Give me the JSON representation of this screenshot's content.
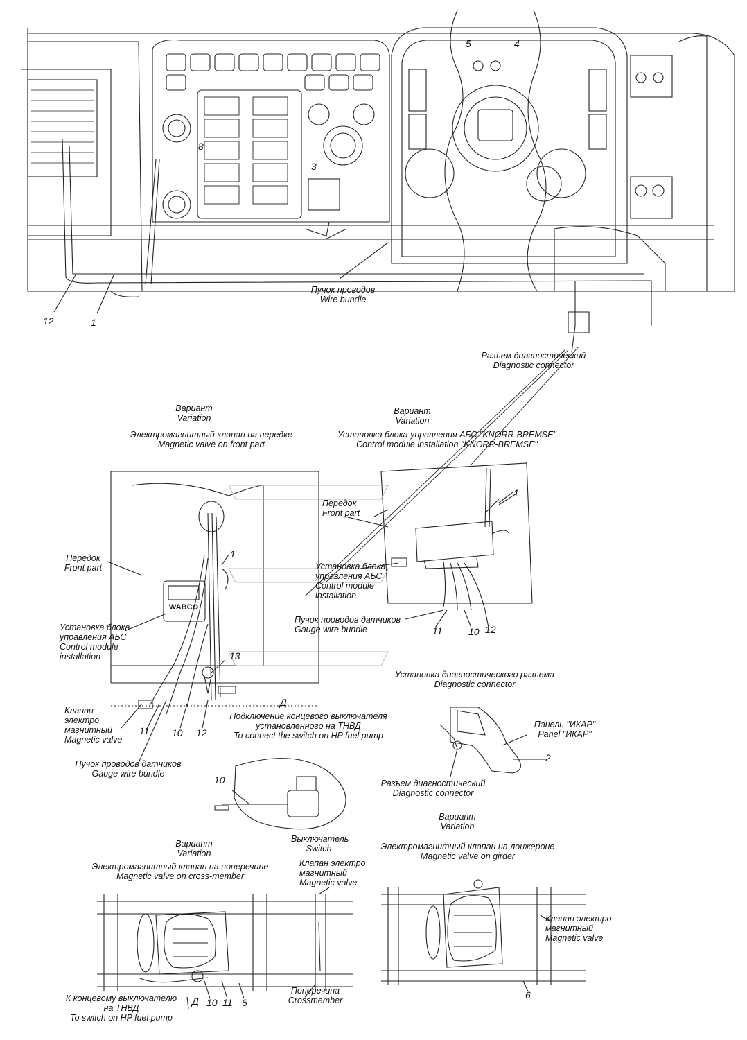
{
  "callouts": {
    "n1": "1",
    "n2": "2",
    "n3": "3",
    "n4": "4",
    "n5": "5",
    "n6": "6",
    "n8": "8",
    "n10": "10",
    "n11": "11",
    "n12": "12",
    "n13": "13",
    "d": "Д"
  },
  "top": {
    "wire_bundle": [
      "Пучок проводов",
      "Wire bundle"
    ],
    "diag_connector": [
      "Разъем диагностический",
      "Diagnostic connector"
    ]
  },
  "variant_left": {
    "variant": [
      "Вариант",
      "Variation"
    ],
    "title": [
      "Электромагнитный клапан на передке",
      "Magnetic valve on front part"
    ],
    "front_part": [
      "Передок",
      "Front part"
    ],
    "abs_install": [
      "Установка блока",
      "управления АБС",
      "Control module",
      "installation"
    ],
    "module_brand": "WABCO",
    "valve": [
      "Клапан",
      "электро",
      "магнитный",
      "Magnetic valve"
    ],
    "gauge_bundle": [
      "Пучок проводов датчиков",
      "Gauge wire bundle"
    ]
  },
  "variant_right": {
    "variant": [
      "Вариант",
      "Variation"
    ],
    "title": [
      "Установка блока управления АБС \"KNORR-BREMSE\"",
      "Control module installation \"KNORR-BREMSE\""
    ],
    "front_part": [
      "Передок",
      "Front part"
    ],
    "abs_install": [
      "Установка блока",
      "управления АБС",
      "Control module",
      "installation"
    ],
    "gauge_bundle": [
      "Пучок проводов датчиков",
      "Gauge wire bundle"
    ]
  },
  "hp_pump": {
    "title": [
      "Подключение концевого выключателя",
      "установленного на ТНВД",
      "To connect the switch on HP fuel pump"
    ],
    "switch": [
      "Выключатель",
      "Switch"
    ]
  },
  "diag_install": {
    "title": [
      "Установка диагностического разъема",
      "Diagnostic connector"
    ],
    "panel": [
      "Панель \"ИКАР\"",
      "Panel \"ИКАР\""
    ],
    "connector": [
      "Разъем диагностический",
      "Diagnostic connector"
    ]
  },
  "cross_member": {
    "variant": [
      "Вариант",
      "Variation"
    ],
    "title": [
      "Электромагнитный клапан на поперечине",
      "Magnetic valve on cross-member"
    ],
    "valve": [
      "Клапан электро",
      "магнитный",
      "Magnetic valve"
    ],
    "crossmember": [
      "Поперечина",
      "Crossmember"
    ],
    "to_switch": [
      "К концевому выключателю",
      "на ТНВД",
      "To switch on HP fuel pump"
    ]
  },
  "girder": {
    "variant": [
      "Вариант",
      "Variation"
    ],
    "title": [
      "Электромагнитный клапан на лонжероне",
      "Magnetic valve on girder"
    ],
    "valve": [
      "Клапан электро",
      "магнитный",
      "Magnetic valve"
    ]
  }
}
